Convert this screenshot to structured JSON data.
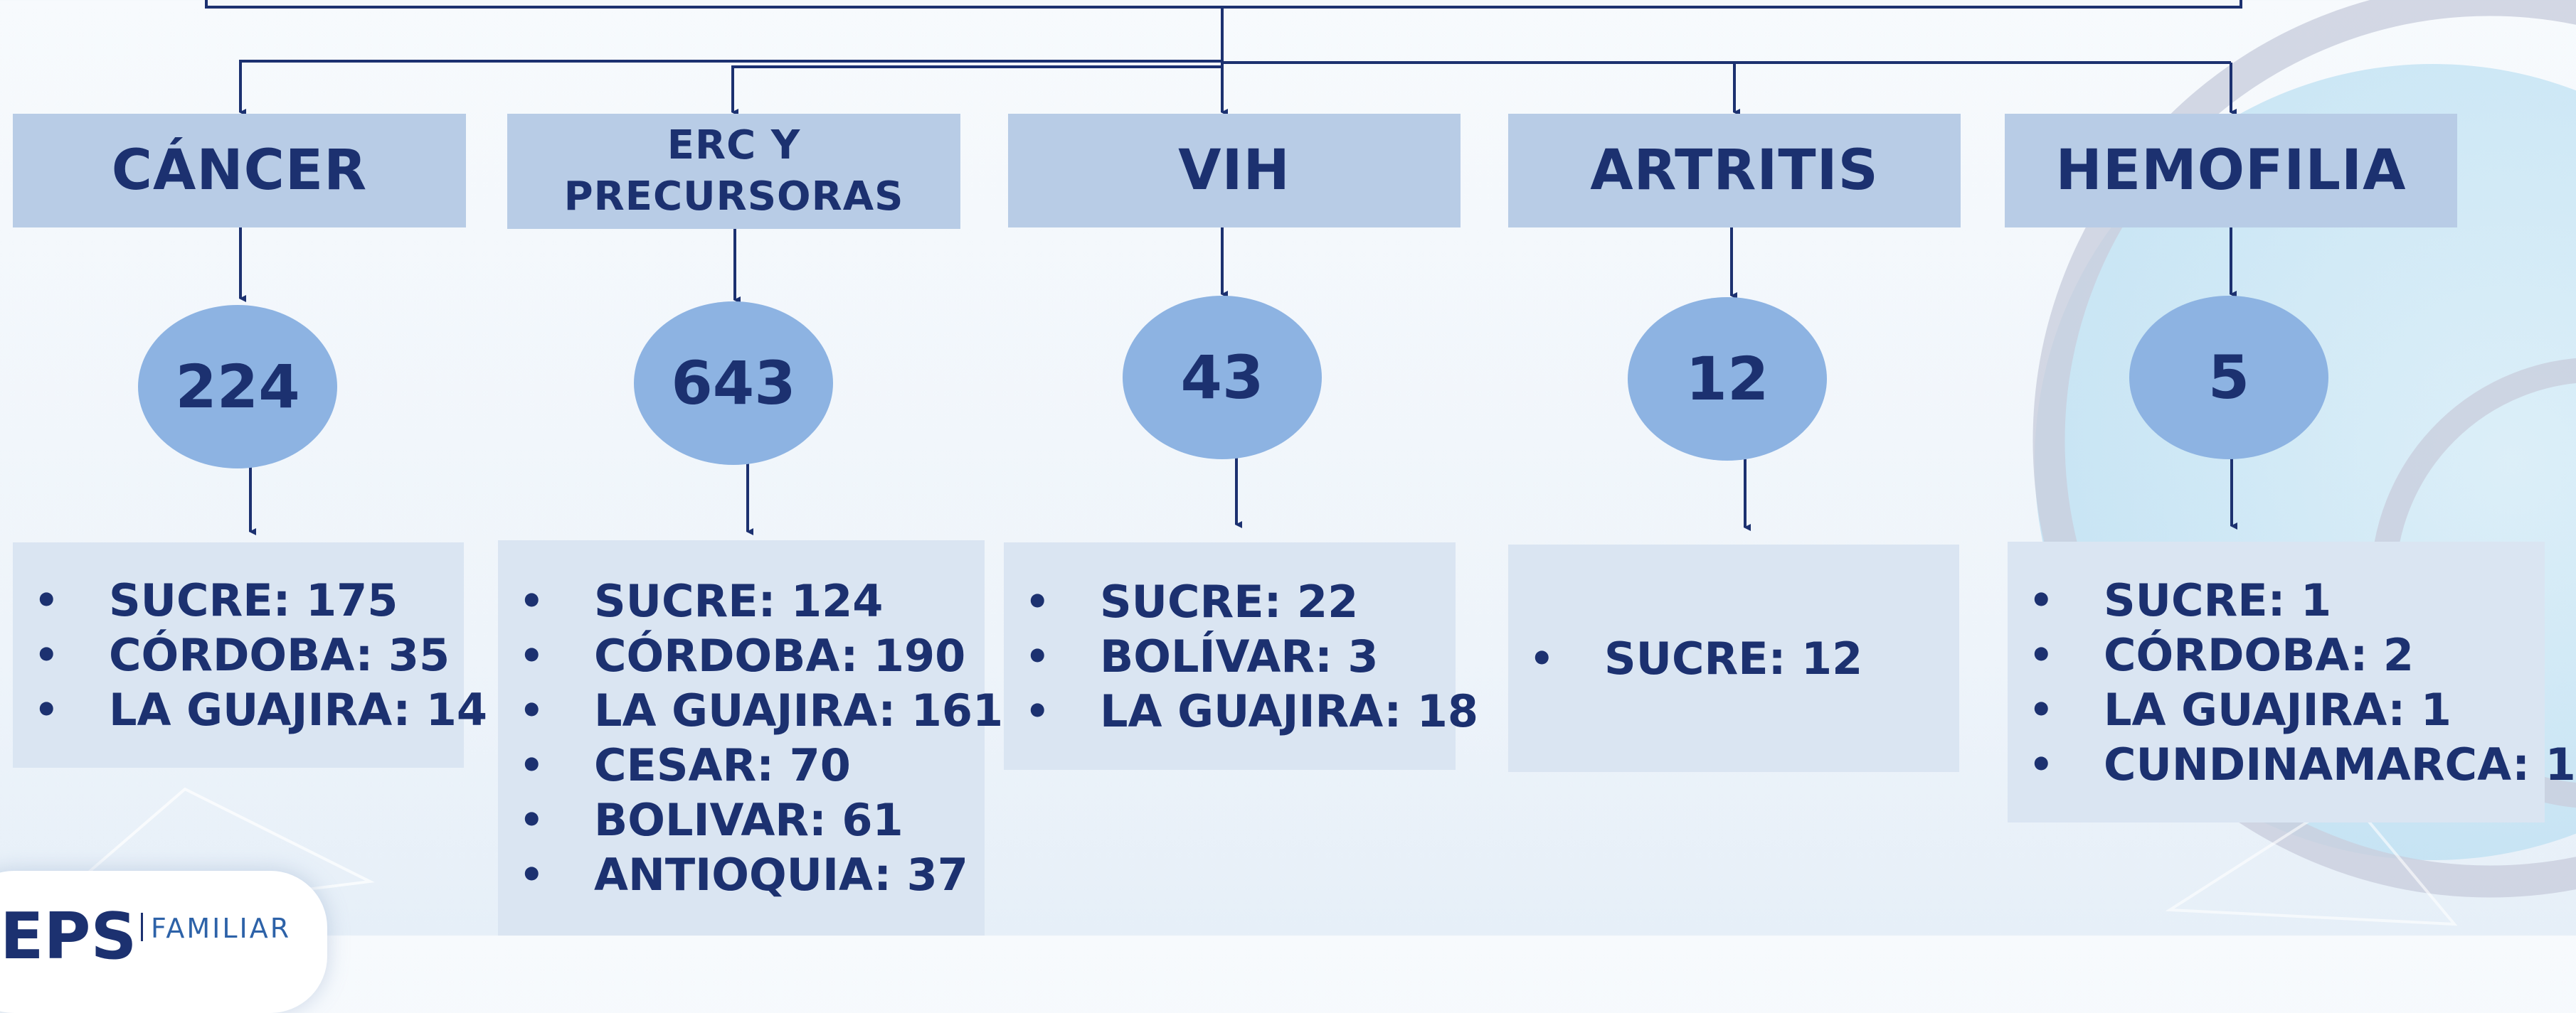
{
  "categories": [
    {
      "label": "CÁNCER",
      "count": "224",
      "regions": [
        "SUCRE: 175",
        "CÓRDOBA: 35",
        "LA GUAJIRA: 14"
      ]
    },
    {
      "label": "ERC Y\nPRECURSORAS",
      "count": "643",
      "regions": [
        "SUCRE: 124",
        "CÓRDOBA: 190",
        "LA GUAJIRA: 161",
        "CESAR: 70",
        "BOLIVAR: 61",
        "ANTIOQUIA: 37"
      ]
    },
    {
      "label": "VIH",
      "count": "43",
      "regions": [
        "SUCRE: 22",
        "BOLÍVAR: 3",
        "LA GUAJIRA: 18"
      ]
    },
    {
      "label": "ARTRITIS",
      "count": "12",
      "regions": [
        "SUCRE: 12"
      ]
    },
    {
      "label": "HEMOFILIA",
      "count": "5",
      "regions": [
        "SUCRE: 1",
        "CÓRDOBA: 2",
        "LA GUAJIRA: 1",
        "CUNDINAMARCA: 1"
      ]
    }
  ],
  "logo": {
    "eps": "EPS",
    "familiar": "FAMILIAR"
  },
  "colors": {
    "category_fill": "#b8cce6",
    "count_fill": "#8db3e2",
    "region_fill": "#dae5f2",
    "text": "#1c3170",
    "connector": "#1c3170"
  }
}
